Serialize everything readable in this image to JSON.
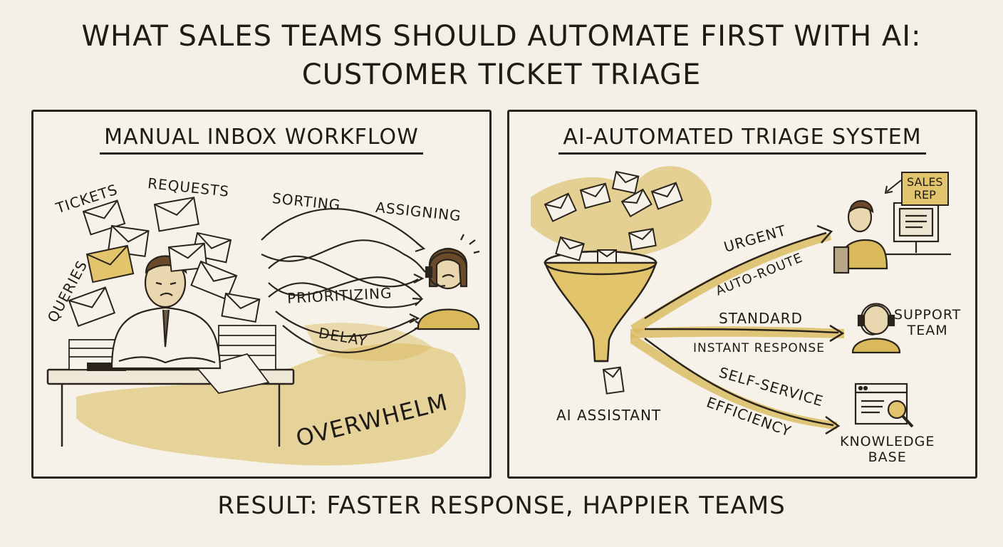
{
  "title": {
    "line1": "WHAT SALES TEAMS SHOULD AUTOMATE FIRST WITH AI:",
    "line2": "CUSTOMER TICKET TRIAGE"
  },
  "left_panel": {
    "title": "MANUAL INBOX WORKFLOW",
    "labels": {
      "tickets": "TICKETS",
      "requests": "REQUESTS",
      "queries": "QUERIES",
      "sorting": "SORTING",
      "assigning": "ASSIGNING",
      "prioritizing": "PRIORITIZING",
      "delay": "DELAY",
      "overwhelm": "OVERWHELM"
    }
  },
  "right_panel": {
    "title": "AI-AUTOMATED TRIAGE SYSTEM",
    "labels": {
      "urgent": "URGENT",
      "auto_route": "AUTO-ROUTE",
      "standard": "STANDARD",
      "instant_response": "INSTANT RESPONSE",
      "self_service": "SELF-SERVICE",
      "efficiency": "EFFICIENCY",
      "ai_assistant": "AI ASSISTANT",
      "sales_rep_line1": "SALES",
      "sales_rep_line2": "REP",
      "support_team_line1": "SUPPORT",
      "support_team_line2": "TEAM",
      "knowledge_base_line1": "KNOWLEDGE",
      "knowledge_base_line2": "BASE"
    }
  },
  "result": "RESULT: FASTER RESPONSE, HAPPIER TEAMS",
  "colors": {
    "ink": "#2a241c",
    "ochre": "#d9b95a",
    "paper": "#f3efe6"
  },
  "icons": [
    "envelope-icon",
    "funnel-icon",
    "headset-icon",
    "computer-icon",
    "magnifier-icon",
    "arrow-icon"
  ]
}
